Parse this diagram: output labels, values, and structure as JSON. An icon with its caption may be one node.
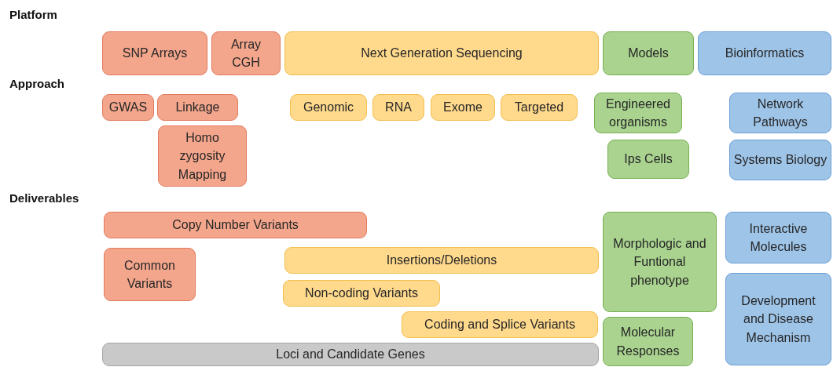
{
  "diagram": {
    "nodes": [
      {
        "text": [
          "SNP Arrays"
        ]
      },
      {
        "text": [
          "Array CGH"
        ]
      },
      {
        "text": [
          "Next Generation Sequencing"
        ]
      },
      {
        "text": [
          "Models"
        ]
      },
      {
        "text": [
          "Bioinformatics"
        ]
      },
      {
        "text": [
          "GWAS"
        ]
      },
      {
        "text": [
          "Linkage"
        ]
      },
      {
        "text": [
          "Homo zygosity Mapping"
        ]
      },
      {
        "text": [
          "Genomic"
        ]
      },
      {
        "text": [
          "RNA"
        ]
      },
      {
        "text": [
          "Exome"
        ]
      },
      {
        "text": [
          "Targeted"
        ]
      },
      {
        "text": [
          "Engineered organisms"
        ]
      },
      {
        "text": [
          "Ips Cells"
        ]
      },
      {
        "text": [
          "Network Pathways"
        ]
      },
      {
        "text": [
          "Systems Biology"
        ]
      },
      {
        "text": [
          "Copy Number Variants"
        ]
      },
      {
        "text": [
          "Common Variants"
        ]
      },
      {
        "text": [
          "Insertions/Deletions"
        ]
      },
      {
        "text": [
          "Non-coding Variants"
        ]
      },
      {
        "text": [
          "Coding and Splice Variants"
        ]
      },
      {
        "text": [
          "Loci and Candidate Genes"
        ]
      },
      {
        "text": [
          "Morphologic and Funtional phenotype"
        ]
      },
      {
        "text": [
          "Molecular Responses"
        ]
      },
      {
        "text": [
          "Interactive Molecules"
        ]
      },
      {
        "text": [
          "Development and Disease Mechanism"
        ]
      }
    ],
    "edges": [],
    "labels": [
      "Platform",
      "Approach",
      "Deliverables"
    ]
  }
}
